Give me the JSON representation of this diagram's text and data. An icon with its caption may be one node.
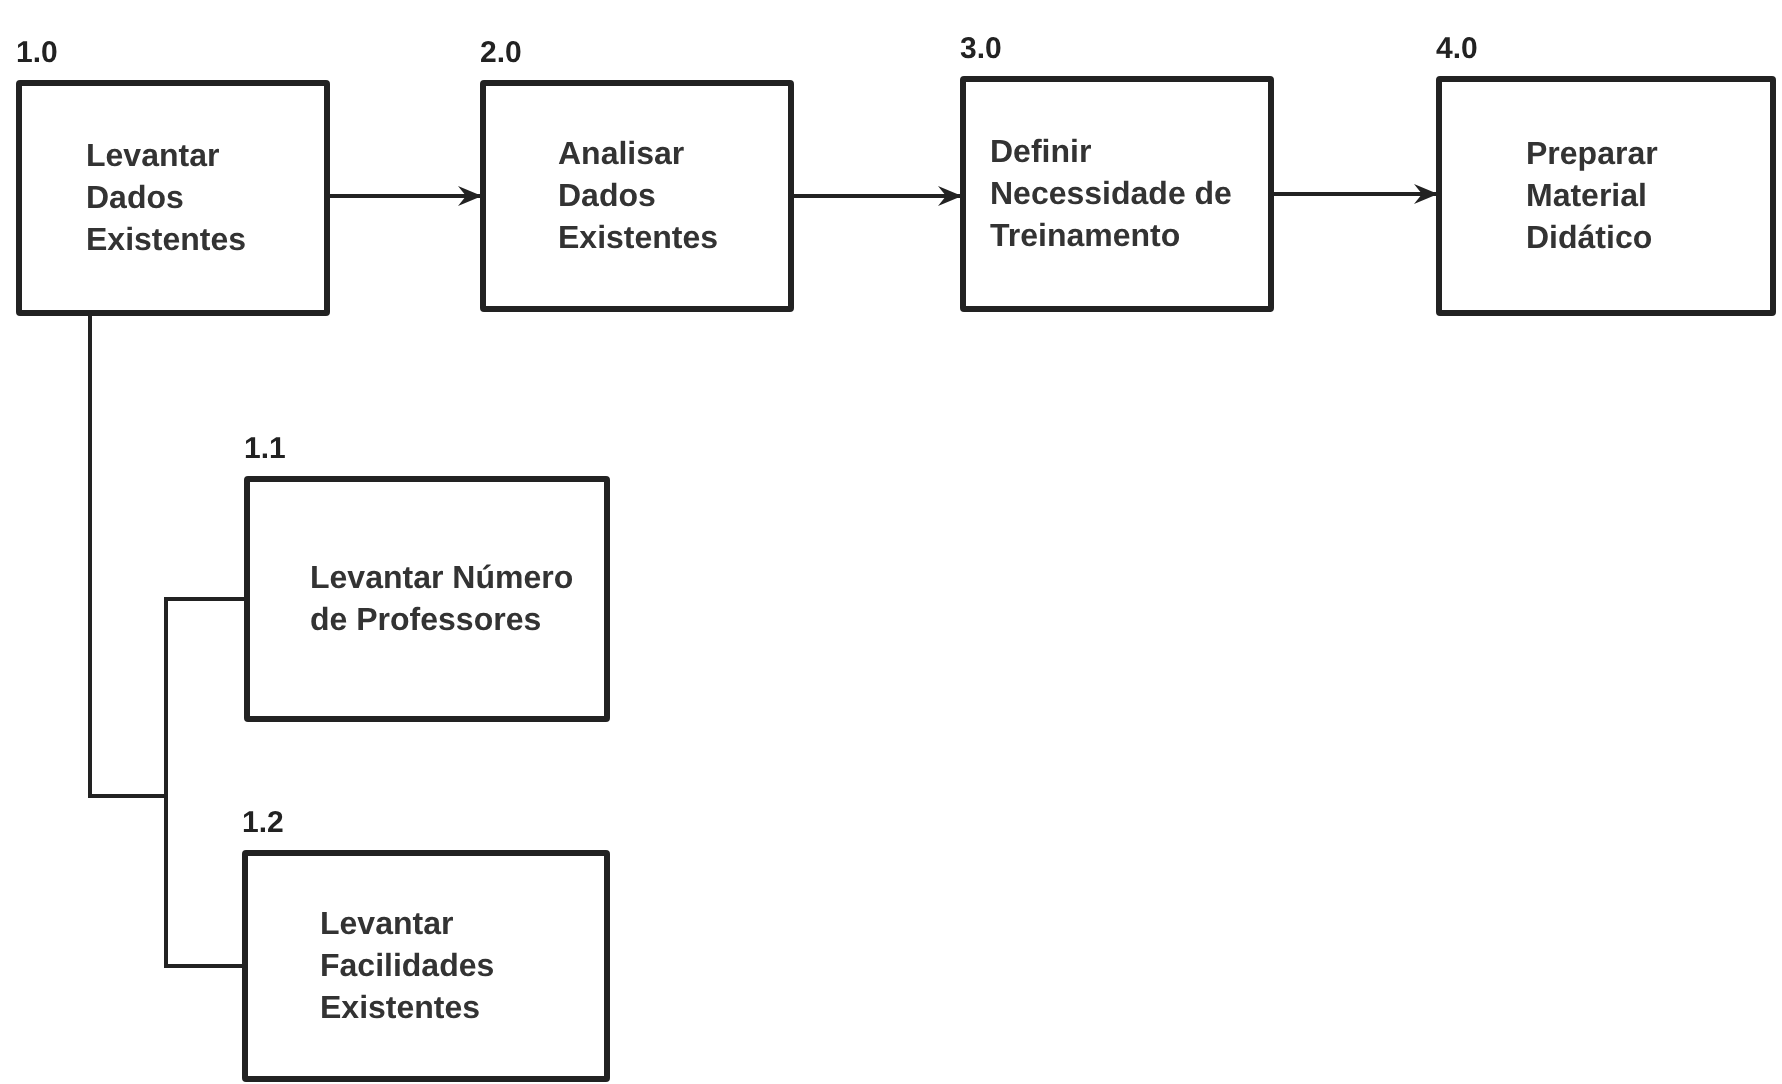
{
  "diagram": {
    "nodes": [
      {
        "text": [
          "1.0",
          "Levantar Dados Existentes"
        ]
      },
      {
        "text": [
          "2.0",
          "Analisar Dados Existentes"
        ]
      },
      {
        "text": [
          "3.0",
          "Definir Necessidade de Treinamento"
        ]
      },
      {
        "text": [
          "4.0",
          "Preparar Material Didático"
        ]
      },
      {
        "text": [
          "1.1",
          "Levantar Número de Professores"
        ]
      },
      {
        "text": [
          "1.2",
          "Levantar Facilidades Existentes"
        ]
      }
    ],
    "edges": [
      {
        "from": 0,
        "to": 1,
        "arrow": "to"
      },
      {
        "from": 1,
        "to": 2,
        "arrow": "to"
      },
      {
        "from": 2,
        "to": 3,
        "arrow": "to"
      },
      {
        "from": 0,
        "to": 4,
        "arrow": "none"
      },
      {
        "from": 0,
        "to": 5,
        "arrow": "none"
      }
    ]
  }
}
